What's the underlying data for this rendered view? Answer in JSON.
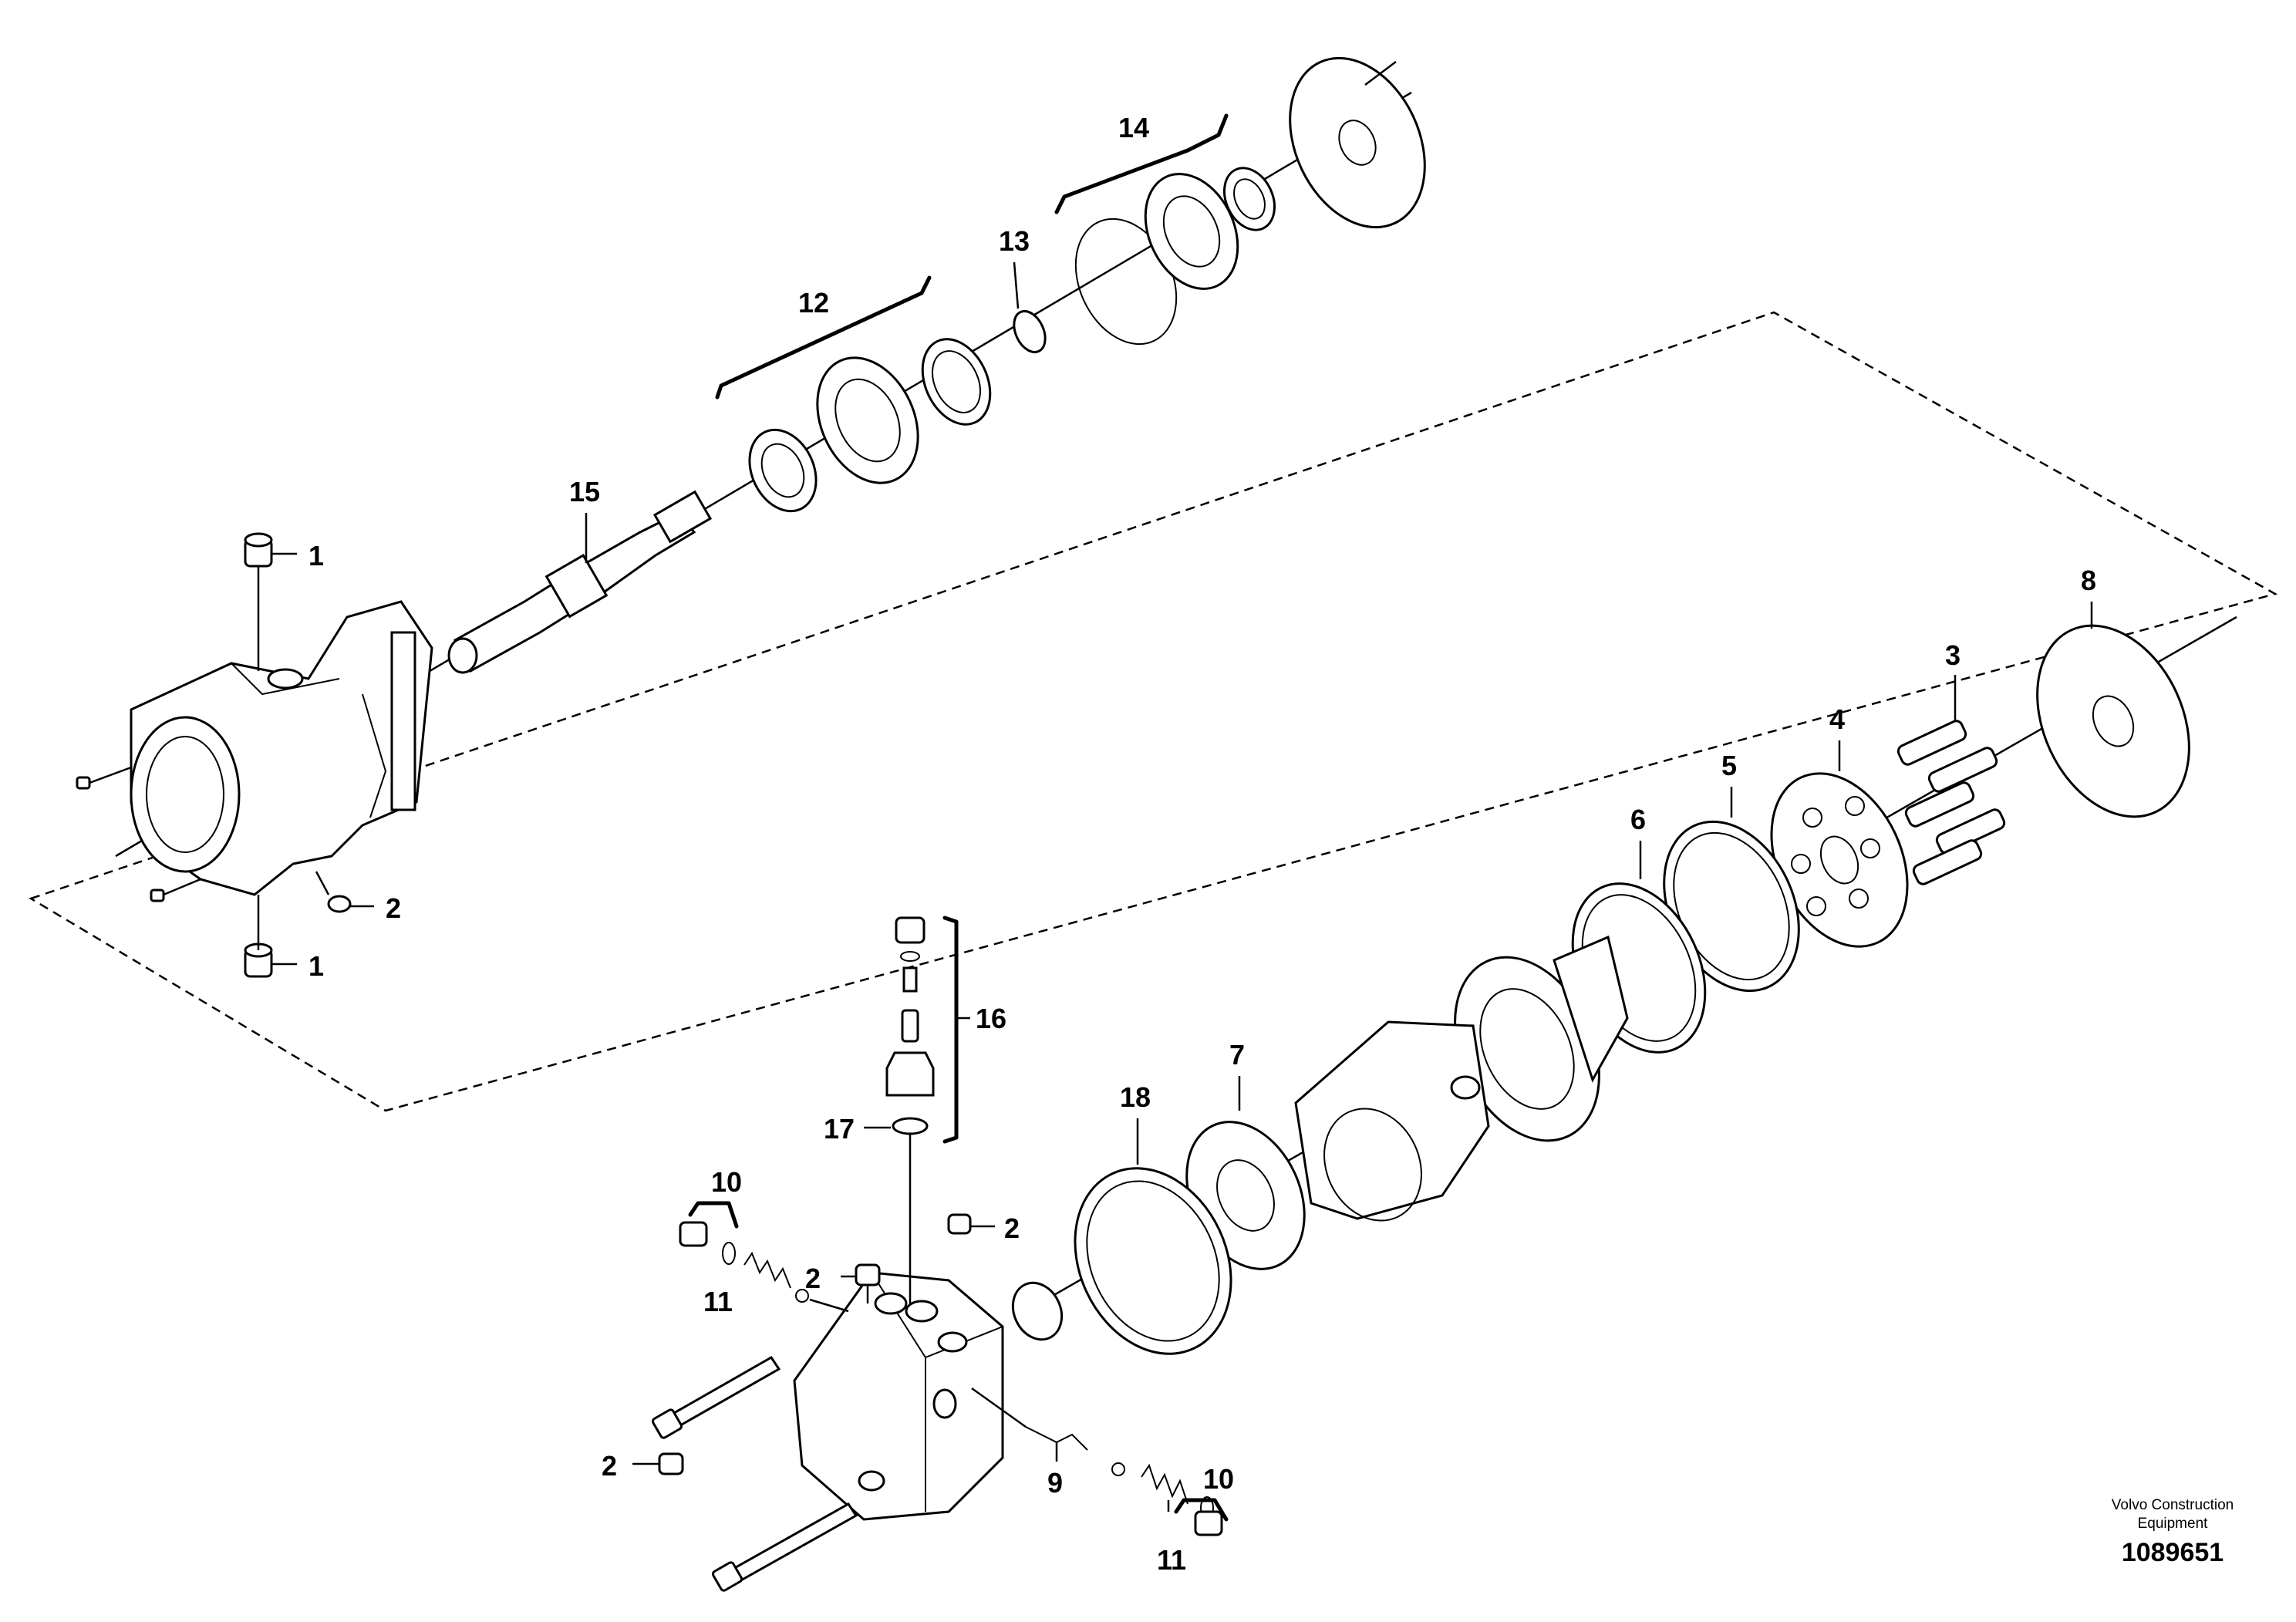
{
  "callouts": {
    "c1a": "1",
    "c1b": "1",
    "c2a": "2",
    "c2b": "2",
    "c2c": "2",
    "c2d": "2",
    "c3": "3",
    "c4": "4",
    "c5": "5",
    "c6": "6",
    "c7": "7",
    "c8": "8",
    "c9": "9",
    "c10a": "10",
    "c10b": "10",
    "c11a": "11",
    "c11b": "11",
    "c12": "12",
    "c13": "13",
    "c14": "14",
    "c15": "15",
    "c16": "16",
    "c17": "17",
    "c18": "18"
  },
  "footer": {
    "brand": "Volvo Construction Equipment",
    "drawing_number": "1089651"
  }
}
